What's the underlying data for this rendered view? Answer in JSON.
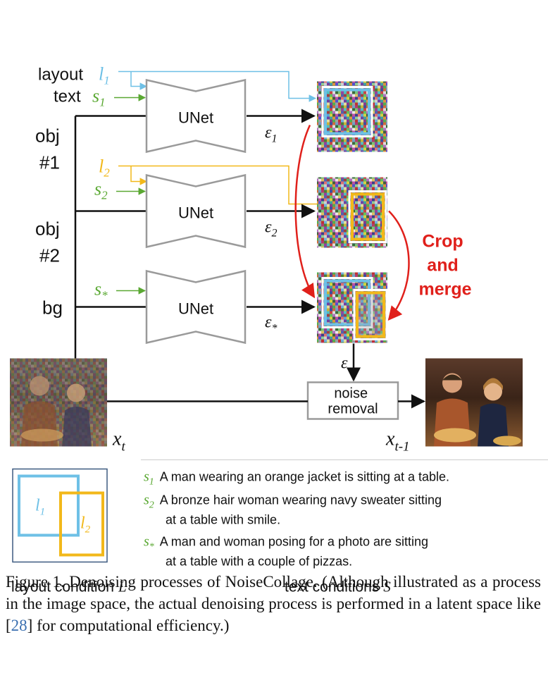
{
  "labels": {
    "layout": "layout",
    "text": "text",
    "l1": "l",
    "l1_sub": "1",
    "s1": "s",
    "s1_sub": "1",
    "l2": "l",
    "l2_sub": "2",
    "s2": "s",
    "s2_sub": "2",
    "s_star": "s",
    "s_star_sub": "*",
    "obj1_a": "obj",
    "obj1_b": "#1",
    "obj2_a": "obj",
    "obj2_b": "#2",
    "bg": "bg",
    "unet": "UNet",
    "eps": "ε",
    "eps1_sub": "1",
    "eps2_sub": "2",
    "eps_star_sub": "*",
    "eps_out": "ε",
    "crop_merge": [
      "Crop",
      "and",
      "merge"
    ],
    "noise_removal": [
      "noise",
      "removal"
    ],
    "xt": "x",
    "xt_sub": "t",
    "xt1": "x",
    "xt1_sub": "t-1"
  },
  "legend": {
    "l1": "l",
    "l1_sub": "1",
    "l2": "l",
    "l2_sub": "2",
    "layout_condition": "layout condition",
    "layout_symbol": "L",
    "text_conditions": "text conditions",
    "text_symbol": "S",
    "items": [
      {
        "sym": "s",
        "sub": "1",
        "lines": [
          "A man wearing an orange jacket is sitting at a table."
        ]
      },
      {
        "sym": "s",
        "sub": "2",
        "lines": [
          "A bronze hair woman wearing navy sweater sitting",
          "at a table with smile."
        ]
      },
      {
        "sym": "s",
        "sub": "*",
        "lines": [
          "A man and woman posing for a photo are sitting",
          "at a table with a couple of pizzas."
        ]
      }
    ]
  },
  "caption": {
    "before": "Figure 1. Denoising processes of NoiseCollage. (Although illustrated as a process in the image space, the actual denoising process is performed in a latent space like [",
    "ref": "28",
    "after": "] for computational efficiency.)"
  },
  "colors": {
    "blue": "#6ec0e6",
    "green": "#5aa832",
    "yellow": "#f2b81a",
    "red": "#e0201b",
    "gray": "#9a9a9a",
    "dark": "#222222",
    "legend_frame": "#3d5a80"
  }
}
